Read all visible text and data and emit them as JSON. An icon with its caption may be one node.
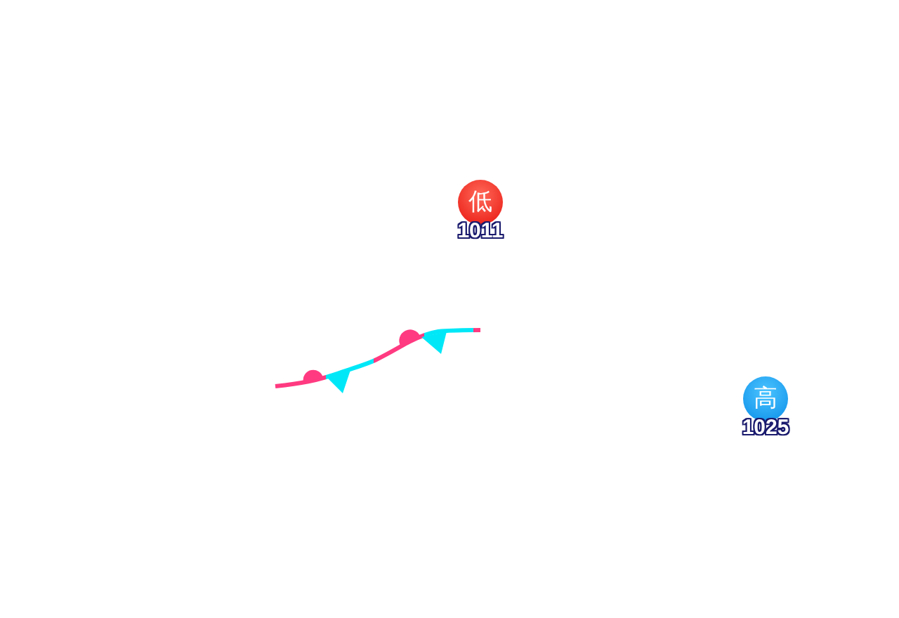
{
  "diagram": {
    "nodes": [
      {
        "text": [
          "低"
        ],
        "beside": [
          "1011"
        ]
      },
      {
        "text": [
          "高"
        ],
        "beside": [
          "1025"
        ]
      }
    ]
  }
}
